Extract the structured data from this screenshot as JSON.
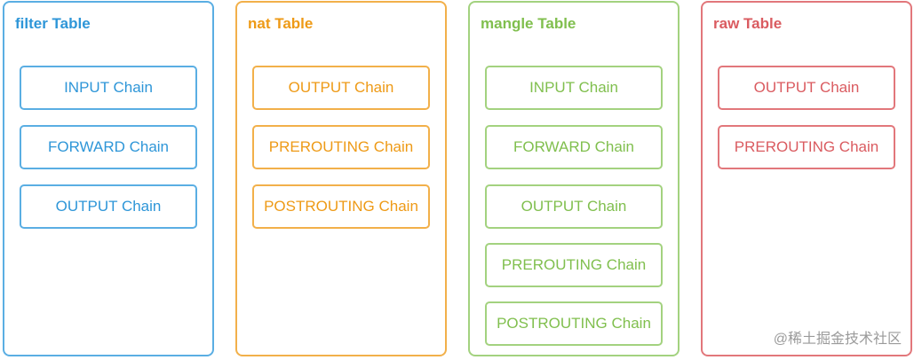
{
  "tables": [
    {
      "title": "filter Table",
      "color": "#2e96d8",
      "chains": [
        "INPUT Chain",
        "FORWARD Chain",
        "OUTPUT Chain"
      ]
    },
    {
      "title": "nat Table",
      "color": "#ee9a16",
      "chains": [
        "OUTPUT Chain",
        "PREROUTING Chain",
        "POSTROUTING Chain"
      ]
    },
    {
      "title": "mangle Table",
      "color": "#80bf4e",
      "chains": [
        "INPUT Chain",
        "FORWARD Chain",
        "OUTPUT Chain",
        "PREROUTING Chain",
        "POSTROUTING Chain"
      ]
    },
    {
      "title": "raw Table",
      "color": "#da5b60",
      "chains": [
        "OUTPUT Chain",
        "PREROUTING Chain"
      ]
    }
  ],
  "watermark": "@稀土掘金技术社区"
}
